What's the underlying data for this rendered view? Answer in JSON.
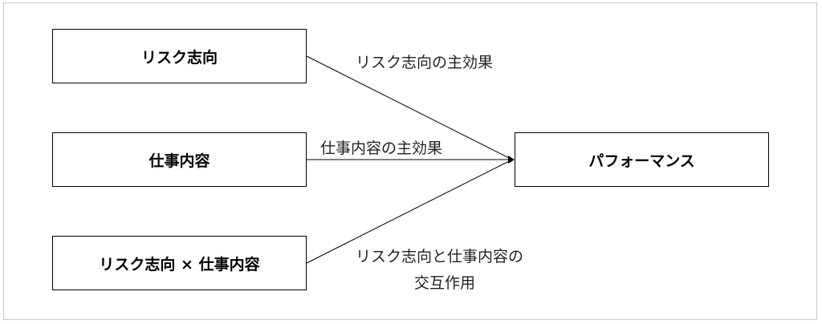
{
  "nodes": {
    "risk": "リスク志向",
    "job": "仕事内容",
    "interaction": "リスク志向 × 仕事内容",
    "performance": "パフォーマンス"
  },
  "edges": {
    "risk_main": "リスク志向の主効果",
    "job_main": "仕事内容の主効果",
    "interaction_line1": "リスク志向と仕事内容の",
    "interaction_line2": "交互作用"
  }
}
